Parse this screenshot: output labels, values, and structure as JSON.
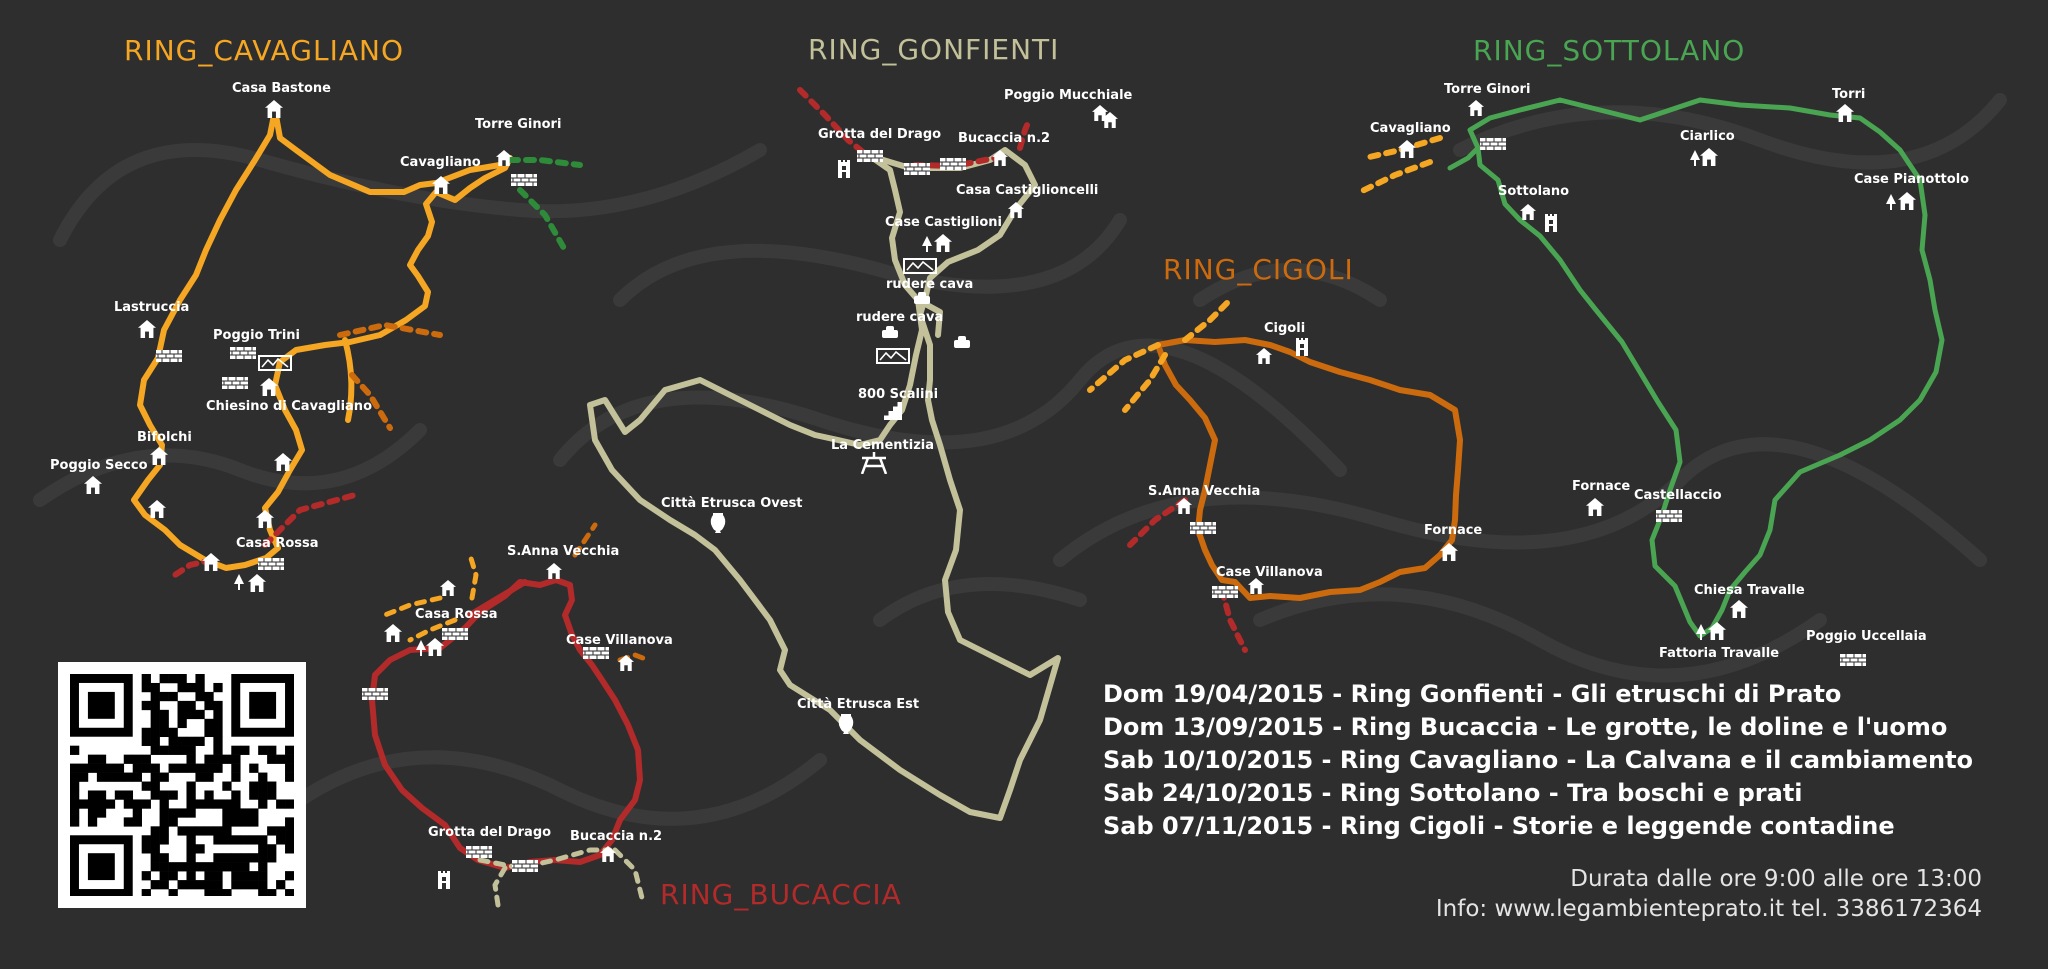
{
  "rings": {
    "cavagliano": {
      "title": "RING_CAVAGLIANO",
      "color": "#f5a623"
    },
    "gonfienti": {
      "title": "RING_GONFIENTI",
      "color": "#c3c19a"
    },
    "sottolano": {
      "title": "RING_SOTTOLANO",
      "color": "#4aa552"
    },
    "cigoli": {
      "title": "RING_CIGOLI",
      "color": "#cc6a0e"
    },
    "bucaccia": {
      "title": "RING_BUCACCIA",
      "color": "#b22a2a"
    }
  },
  "places": {
    "cavagliano": [
      "Casa Bastone",
      "Torre Ginori",
      "Cavagliano",
      "Lastruccia",
      "Poggio Trini",
      "Chiesino di Cavagliano",
      "Bifolchi",
      "Poggio Secco",
      "Casa Rossa"
    ],
    "gonfienti": [
      "Poggio Mucchiale",
      "Grotta del Drago",
      "Bucaccia n.2",
      "Casa Castiglioncelli",
      "Case Castiglioni",
      "rudere cava",
      "rudere cava",
      "800 Scalini",
      "La Cementizia",
      "Città Etrusca Ovest",
      "Città Etrusca Est"
    ],
    "sottolano": [
      "Torre Ginori",
      "Cavagliano",
      "Torri",
      "Ciarlico",
      "Sottolano",
      "Case Pianottolo",
      "Fornace",
      "Castellaccio",
      "Chiesa Travalle",
      "Fattoria Travalle",
      "Poggio Uccellaia"
    ],
    "cigoli": [
      "Cigoli",
      "S.Anna Vecchia",
      "Fornace",
      "Case Villanova"
    ],
    "bucaccia": [
      "S.Anna Vecchia",
      "Casa Rossa",
      "Case Villanova",
      "Grotta del Drago",
      "Bucaccia n.2"
    ]
  },
  "events": [
    "Dom 19/04/2015 - Ring Gonfienti - Gli etruschi di Prato",
    "Dom 13/09/2015 - Ring Bucaccia - Le grotte, le doline e l'uomo",
    "Sab 10/10/2015 - Ring Cavagliano - La Calvana e il cambiamento",
    "Sab 24/10/2015 - Ring Sottolano - Tra boschi e prati",
    "Sab 07/11/2015 - Ring Cigoli - Storie e leggende contadine"
  ],
  "info": {
    "duration": "Durata dalle ore 9:00 alle ore 13:00",
    "contact": "Info: www.legambienteprato.it tel. 3386172364"
  },
  "colors": {
    "background": "#2e2e2e",
    "contour": "#3a3a3a",
    "text": "#ffffff"
  }
}
